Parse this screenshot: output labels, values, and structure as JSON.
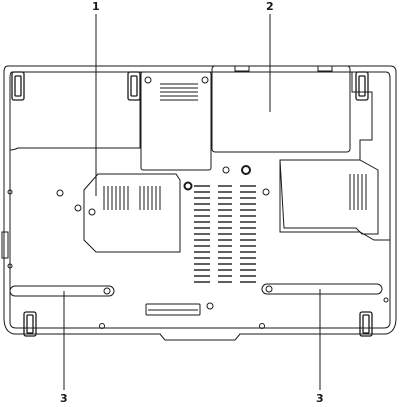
{
  "callouts": {
    "c1": "1",
    "c2": "2",
    "c3a": "3",
    "c3b": "3"
  },
  "colors": {
    "line": "#1a1a1a",
    "leader": "#3a3ad0",
    "fill": "#ffffff"
  }
}
